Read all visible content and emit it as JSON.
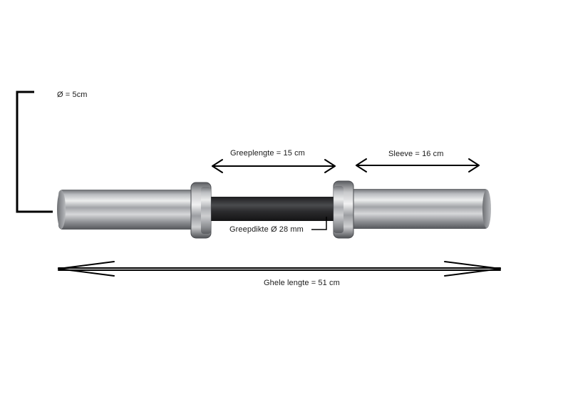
{
  "labels": {
    "diameter": "Ø = 5cm",
    "grip_length": "Greeplengte = 15 cm",
    "sleeve": "Sleeve = 16 cm",
    "grip_thickness": "Greepdikte Ø 28 mm",
    "total_length": "Ghele lengte = 51 cm"
  },
  "colors": {
    "chrome_dark": "#5e6064",
    "chrome_light": "#e6e7e9",
    "grip": "#2b2b2d",
    "line": "#000000"
  }
}
